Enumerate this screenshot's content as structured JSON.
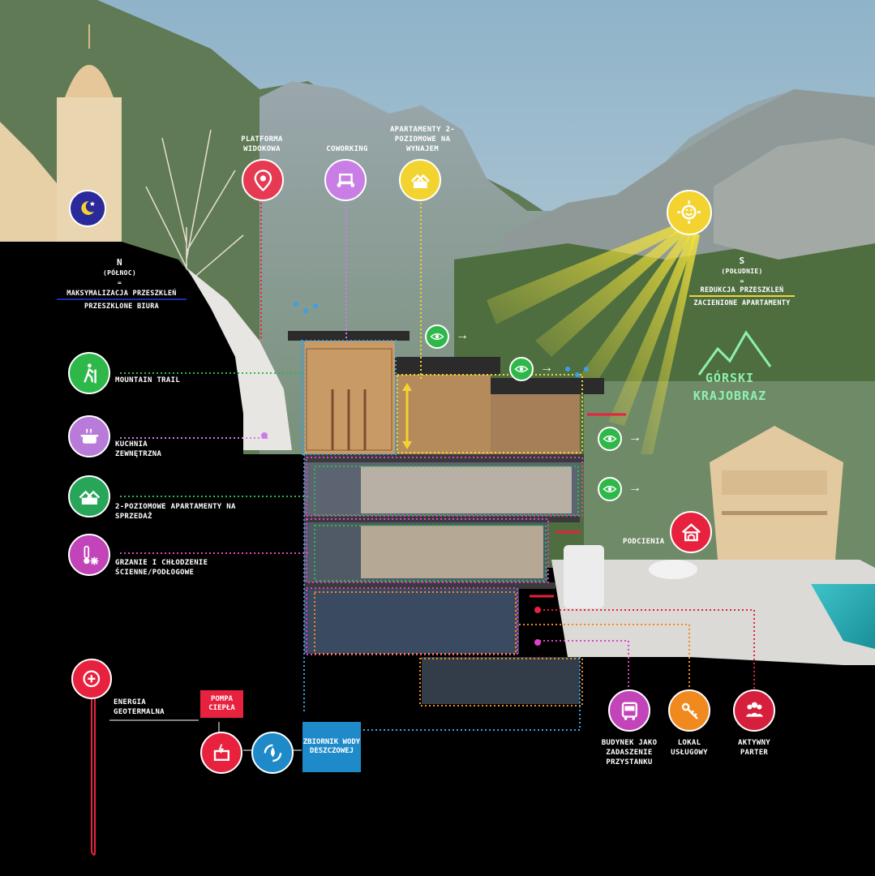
{
  "icons": {
    "platforma": {
      "label": "PLATFORMA WIDOKOWA",
      "color": "#e63a53",
      "icon": "location-eye-icon"
    },
    "coworking": {
      "label": "COWORKING",
      "color": "#c97ee6",
      "icon": "people-table-icon"
    },
    "apartamenty_wynajem": {
      "label": "APARTAMENTY 2-POZIOMOWE NA WYNAJEM",
      "color": "#f3d330",
      "icon": "houses-icon"
    },
    "night": {
      "color": "#2a2a9a",
      "icon": "moon-stars-icon"
    },
    "sun": {
      "color": "#f3d330",
      "icon": "sun-smile-icon"
    },
    "mountain_trail": {
      "label": "MOUNTAIN TRAIL",
      "color": "#2fb84a",
      "icon": "hiker-icon"
    },
    "kuchnia": {
      "label": "KUCHNIA ZEWNĘTRZNA",
      "color": "#b97bd9",
      "icon": "pot-icon"
    },
    "apartamenty_sprzedaz": {
      "label": "2-POZIOMOWE APARTAMENTY NA SPRZEDAŻ",
      "color": "#27a559",
      "icon": "houses-icon"
    },
    "grzanie": {
      "label": "GRZANIE I CHŁODZENIE ŚCIENNE/PODŁOGOWE",
      "color": "#c244b8",
      "icon": "thermo-snow-icon"
    },
    "podcienia": {
      "label": "PODCIENIA",
      "color": "#e8213e",
      "icon": "house-arcade-icon"
    },
    "energia": {
      "label": "ENERGIA GEOTERMALNA",
      "color": "#e8213e",
      "icon": "geothermal-icon"
    },
    "pompa_icon": {
      "color": "#e8213e",
      "icon": "heat-pump-icon"
    },
    "woda_icon": {
      "color": "#1f8ac9",
      "icon": "water-cycle-icon"
    },
    "przystanek": {
      "label": "BUDYNEK JAKO ZADASZENIE PRZYSTANKU",
      "color": "#c244b8",
      "icon": "bus-icon"
    },
    "lokal": {
      "label": "LOKAL USŁUGOWY",
      "color": "#f08a1f",
      "icon": "key-tag-icon"
    },
    "parter": {
      "label": "AKTYWNY PARTER",
      "color": "#d61f3c",
      "icon": "group-icon"
    }
  },
  "north": {
    "letter": "N",
    "sub": "(PÓŁNOC)",
    "eq": "=",
    "line1": "MAKSYMALIZACJA PRZESZKLEŃ",
    "line2": "PRZESZKLONE BIURA"
  },
  "south": {
    "letter": "S",
    "sub": "(POŁUDNIE)",
    "eq": "=",
    "line1": "REDUKCJA PRZESZKLEŃ",
    "line2": "ZACIENIONE APARTAMENTY"
  },
  "boxes": {
    "pompa": {
      "label": "POMPA CIEPŁA",
      "color": "#e8213e"
    },
    "zbiornik": {
      "label": "ZBIORNIK WODY DESZCZOWEJ",
      "color": "#1f8ac9"
    }
  },
  "landscape": {
    "title": "GÓRSKI KRAJOBRAZ",
    "color": "#8ef0b0"
  },
  "colors": {
    "sky": "#a9c4d4",
    "mountain": "#8a9ca6",
    "forest": "#4a6b3a",
    "ground": "#000000",
    "dotted_blue": "#3aa0e8",
    "dotted_magenta": "#e040c8",
    "dotted_green": "#2fb84a",
    "dotted_orange": "#f08a1f",
    "dotted_yellow": "#f3d330",
    "dotted_red": "#e8213e"
  }
}
